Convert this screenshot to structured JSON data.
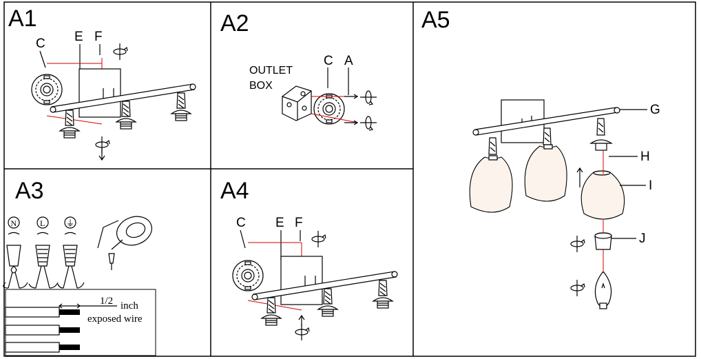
{
  "panels": [
    {
      "id": "A1",
      "title": "A1",
      "labels": [
        "C",
        "E",
        "F"
      ]
    },
    {
      "id": "A2",
      "title": "A2",
      "labels": [
        "OUTLET",
        "BOX",
        "C",
        "A"
      ]
    },
    {
      "id": "A3",
      "title": "A3",
      "wire_symbols": [
        "N",
        "L",
        "⏚"
      ],
      "strip_fraction": "1/2",
      "strip_unit": "inch",
      "strip_caption": "exposed wire"
    },
    {
      "id": "A4",
      "title": "A4",
      "labels": [
        "C",
        "E",
        "F"
      ]
    },
    {
      "id": "A5",
      "title": "A5",
      "labels": [
        "G",
        "H",
        "I",
        "J"
      ]
    }
  ],
  "colors": {
    "leader_line": "#d40000",
    "glass_shade": "#fbf3ec"
  }
}
